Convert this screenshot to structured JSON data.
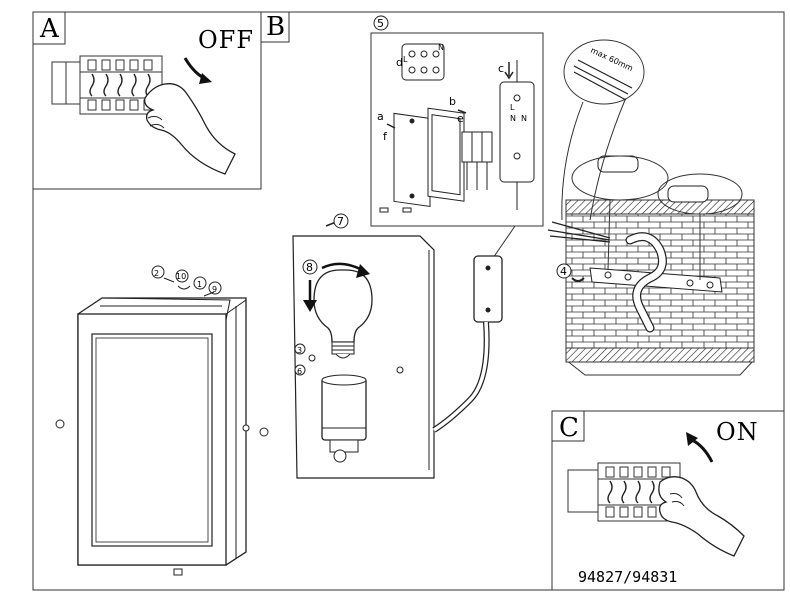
{
  "panels": {
    "a": {
      "label": "A",
      "action": "OFF"
    },
    "b": {
      "label": "B"
    },
    "c": {
      "label": "C",
      "action": "ON"
    }
  },
  "callouts": {
    "n2": "2",
    "n10": "10",
    "n1": "1",
    "n9": "9",
    "n3": "3",
    "n6": "6",
    "n7": "7",
    "n8": "8",
    "n4": "4",
    "n5": "5"
  },
  "detail_letters": {
    "a": "a",
    "b": "b",
    "c": "c",
    "d": "d",
    "e": "e",
    "f": "f"
  },
  "terminal_marks": {
    "l_top": "L",
    "n_top": "N",
    "l_mid": "L",
    "n_mid": "N",
    "n_box": "N"
  },
  "cable_note": "max 60mm",
  "model_number": "94827/94831"
}
